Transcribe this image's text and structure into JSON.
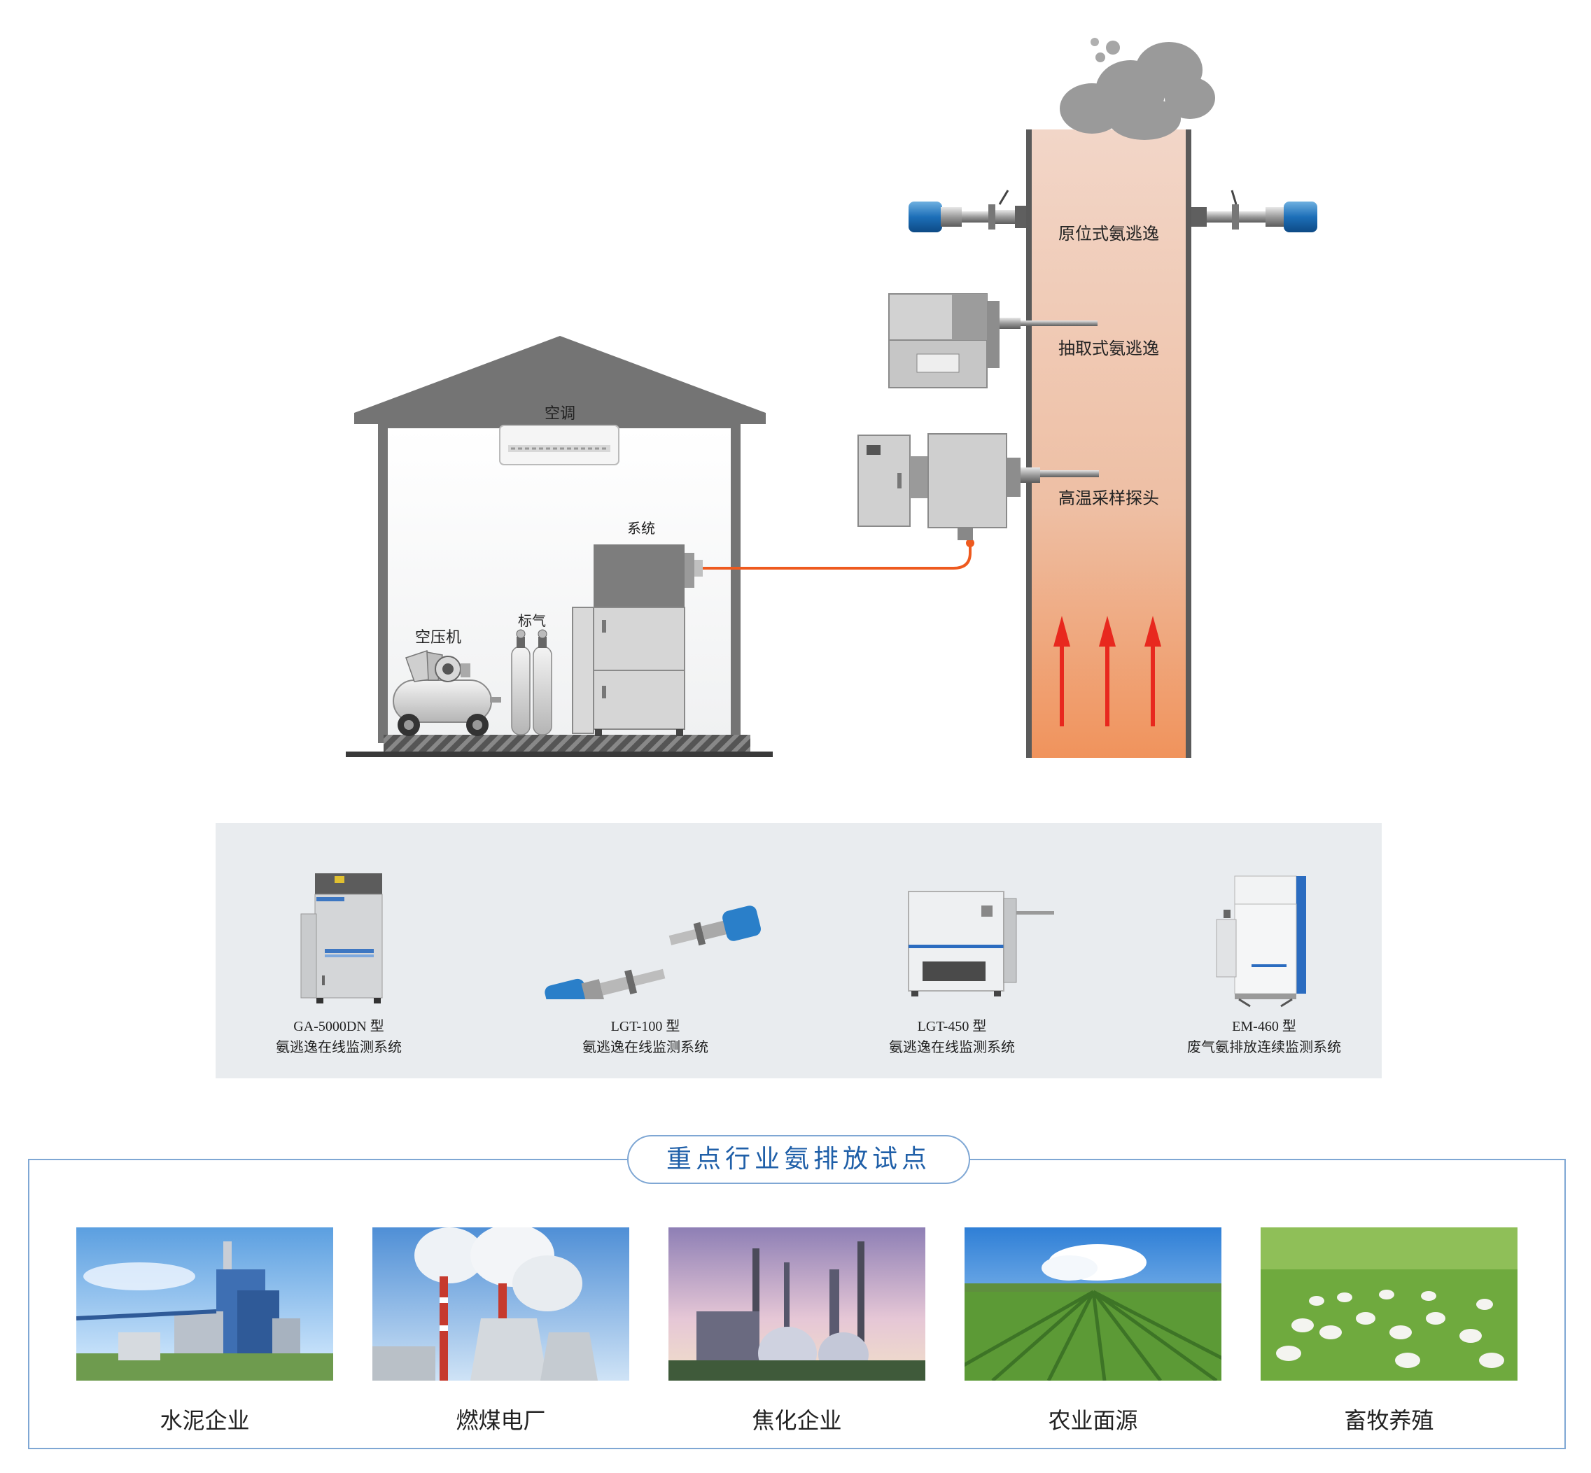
{
  "diagram": {
    "labels": {
      "air_conditioner": "空调",
      "system": "系统",
      "calibration_gas": "标气",
      "air_compressor": "空压机",
      "in_situ": "原位式氨逃逸",
      "extractive": "抽取式氨逃逸",
      "probe": "高温采样探头"
    },
    "colors": {
      "house_roof": "#747474",
      "stack_top": "#f2d6c8",
      "stack_bottom": "#f0935c",
      "cable": "#ee5a1f",
      "flow_arrow": "#e8281e"
    }
  },
  "products": [
    {
      "model": "GA-5000DN 型",
      "name": "氨逃逸在线监测系统"
    },
    {
      "model": "LGT-100 型",
      "name": "氨逃逸在线监测系统"
    },
    {
      "model": "LGT-450 型",
      "name": "氨逃逸在线监测系统"
    },
    {
      "model": "EM-460 型",
      "name": "废气氨排放连续监测系统"
    }
  ],
  "industry": {
    "title": "重点行业氨排放试点",
    "items": [
      {
        "label": "水泥企业",
        "scene": "cement-plant"
      },
      {
        "label": "燃煤电厂",
        "scene": "power-plant"
      },
      {
        "label": "焦化企业",
        "scene": "coking-plant"
      },
      {
        "label": "农业面源",
        "scene": "farmland"
      },
      {
        "label": "畜牧养殖",
        "scene": "livestock"
      }
    ],
    "accent": "#1f5fa8"
  }
}
